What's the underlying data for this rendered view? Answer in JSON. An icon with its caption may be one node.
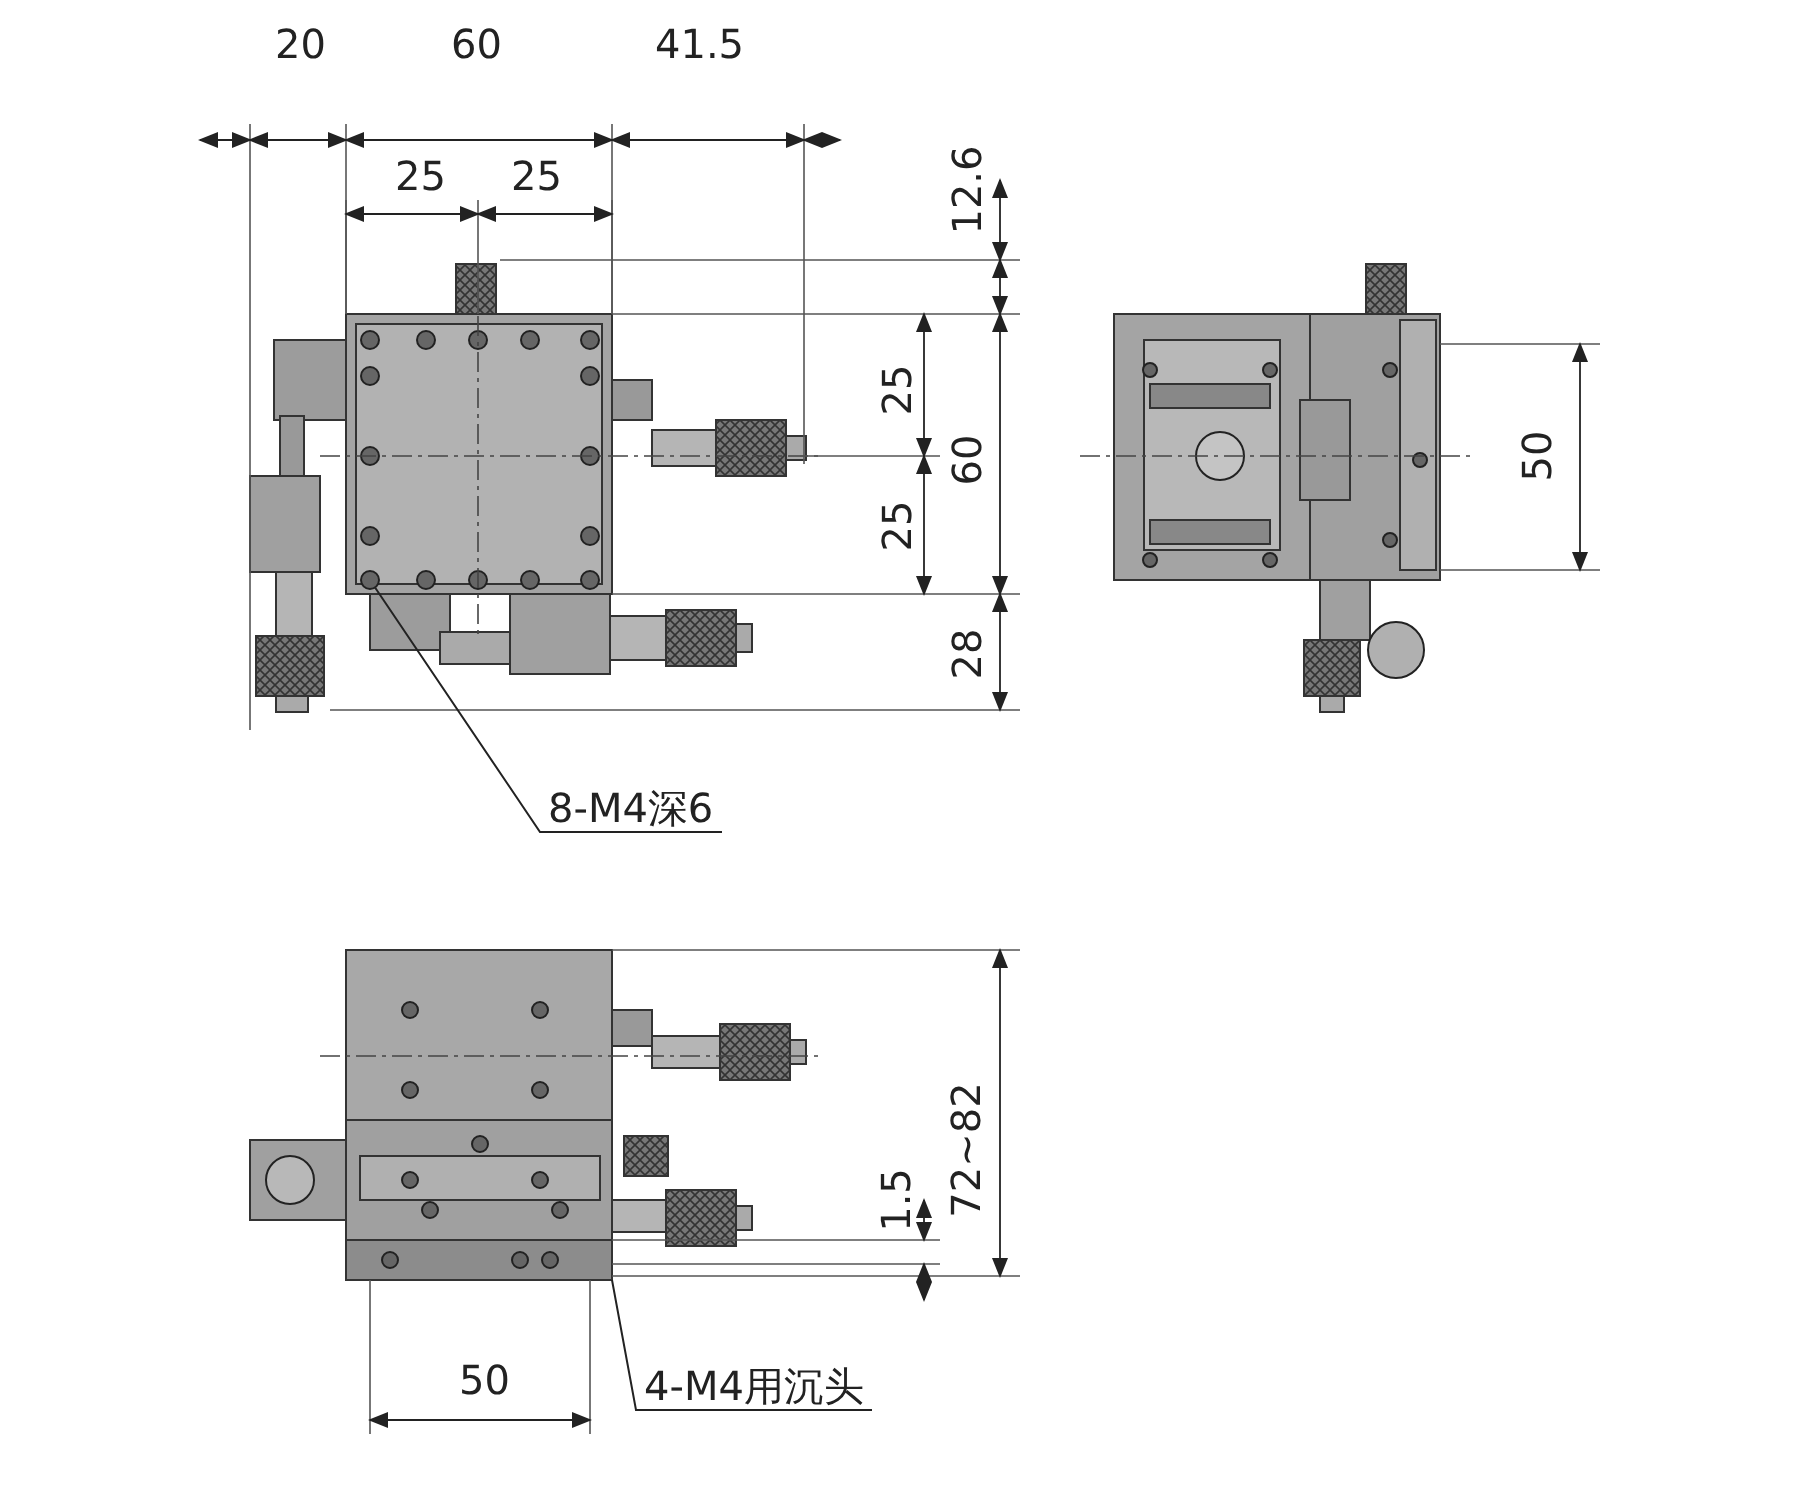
{
  "diagram": {
    "nodes": [
      {
        "text": [
          "8-M4深6"
        ]
      },
      {
        "text": [
          "4-M4用沉头"
        ]
      },
      {
        "text": [],
        "shape": "circle"
      },
      {
        "text": [],
        "shape": "box"
      }
    ],
    "edges": [
      {
        "from": 0,
        "to": 2,
        "arrow": "none"
      },
      {
        "from": 1,
        "to": 3,
        "arrow": "none"
      }
    ],
    "labels": [
      "20",
      "60",
      "41.5",
      "25",
      "25",
      "12.6",
      "25",
      "60",
      "25",
      "28",
      "50",
      "1.5",
      "72~82",
      "50"
    ]
  }
}
